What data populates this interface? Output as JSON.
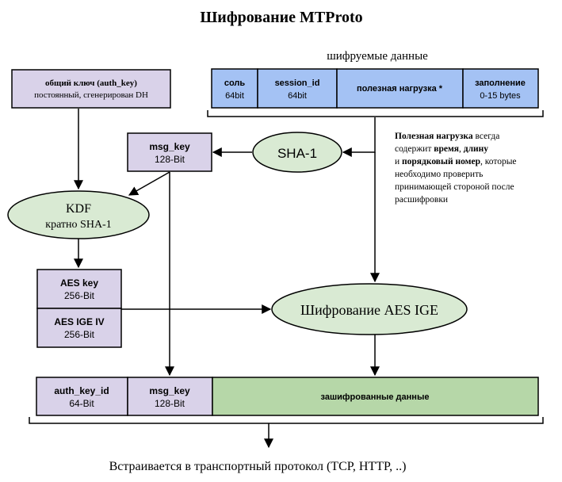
{
  "title": "Шифрование MTProto",
  "encrypted_data_caption": "шифруемые данные",
  "auth_key_box": {
    "line1": "общий ключ (auth_key)",
    "line2": "постоянный, сгенерирован DH"
  },
  "payload_fields": [
    {
      "name": "соль",
      "size": "64bit"
    },
    {
      "name": "session_id",
      "size": "64bit"
    },
    {
      "name": "полезная нагрузка *",
      "size": ""
    },
    {
      "name": "заполнение",
      "size": "0-15 bytes"
    }
  ],
  "sha1_label": "SHA-1",
  "msg_key_box": {
    "name": "msg_key",
    "size": "128-Bit"
  },
  "kdf": {
    "name": "KDF",
    "sub": "кратно SHA-1"
  },
  "aes_key_box": {
    "name": "AES key",
    "size": "256-Bit"
  },
  "aes_iv_box": {
    "name": "AES IGE IV",
    "size": "256-Bit"
  },
  "aes_ige_label": "Шифрование AES IGE",
  "note": {
    "l1_bold": "Полезная нагрузка",
    "l1_rest": " всегда",
    "l2_a": "содержит ",
    "l2_b": "время",
    "l2_c": ", ",
    "l2_d": "длину",
    "l3_a": "и ",
    "l3_b": "порядковый номер",
    "l3_c": ", которые",
    "l4": "необходимо проверить",
    "l5": "принимающей стороной после",
    "l6": "расшифровки"
  },
  "output_fields": [
    {
      "name": "auth_key_id",
      "size": "64-Bit"
    },
    {
      "name": "msg_key",
      "size": "128-Bit"
    },
    {
      "name": "зашифрованные данные",
      "size": ""
    }
  ],
  "transport_caption": "Встраивается в транспортный протокол (TCP, HTTP, ..)",
  "colors": {
    "lavender": "#d9d2e9",
    "blue": "#a4c2f4",
    "green_box": "#b6d7a8",
    "green_ellipse": "#d9ead3",
    "stroke": "#000000"
  }
}
